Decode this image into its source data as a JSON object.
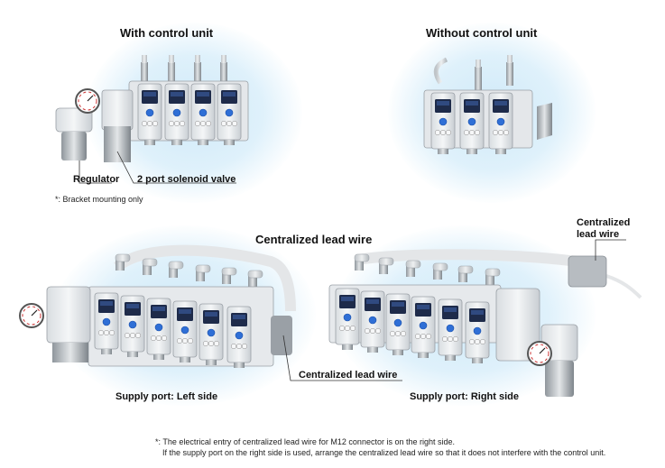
{
  "headings": {
    "with_control_unit": "With control unit",
    "without_control_unit": "Without control unit",
    "centralized_lead_wire": "Centralized lead wire"
  },
  "labels": {
    "regulator": "Regulator",
    "solenoid_valve": "2 port solenoid valve",
    "centralized_lead_wire_top": "Centralized\nlead wire",
    "centralized_lead_wire_mid": "Centralized lead wire",
    "supply_left": "Supply port: Left side",
    "supply_right": "Supply port: Right side"
  },
  "notes": {
    "bracket": "*: Bracket mounting only",
    "footnote_line1": "*: The electrical entry of centralized lead wire for M12 connector is on the right side.",
    "footnote_line2": "If the supply port on the right side is used, arrange the centralized lead wire so that it does not interfere with the control unit."
  },
  "colors": {
    "glow": "#cfe9f8",
    "unit_body": "#e9ecef",
    "screen": "#1e2b4a",
    "button": "#2f6fd6"
  }
}
